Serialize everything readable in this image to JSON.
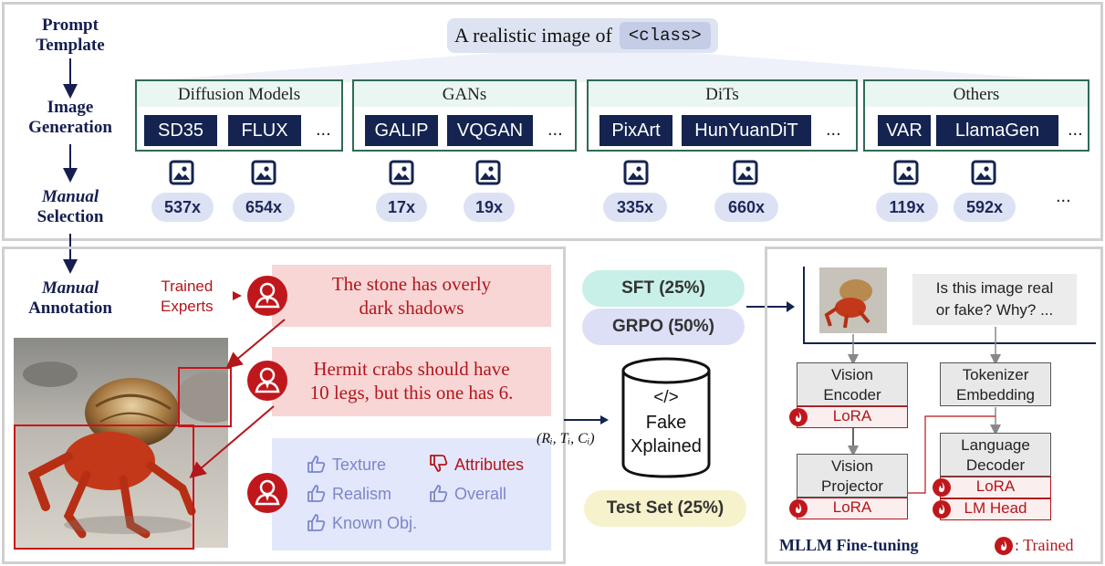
{
  "steps": {
    "prompt_template": [
      "Prompt",
      "Template"
    ],
    "image_generation": [
      "Image",
      "Generation"
    ],
    "manual_selection": [
      "Manual",
      "Selection"
    ],
    "manual_annotation": [
      "Manual",
      "Annotation"
    ]
  },
  "prompt": {
    "text": "A realistic image of",
    "class_token": "<class>"
  },
  "groups": [
    {
      "title": "Diffusion Models",
      "models": [
        "SD35",
        "FLUX"
      ],
      "more": "...",
      "counts": [
        "537x",
        "654x"
      ]
    },
    {
      "title": "GANs",
      "models": [
        "GALIP",
        "VQGAN"
      ],
      "more": "...",
      "counts": [
        "17x",
        "19x"
      ]
    },
    {
      "title": "DiTs",
      "models": [
        "PixArt",
        "HunYuanDiT"
      ],
      "more": "...",
      "counts": [
        "335x",
        "660x"
      ]
    },
    {
      "title": "Others",
      "models": [
        "VAR",
        "LlamaGen"
      ],
      "more": "...",
      "counts": [
        "119x",
        "592x"
      ]
    }
  ],
  "counts_more": "...",
  "annotation": {
    "experts_label": [
      "Trained",
      "Experts"
    ],
    "comment_1": [
      "The stone has overly",
      "dark shadows"
    ],
    "comment_2": [
      "Hermit crabs should have",
      "10 legs, but this one has 6."
    ],
    "attributes": {
      "texture": "Texture",
      "attributes": "Attributes",
      "realism": "Realism",
      "overall": "Overall",
      "known_obj": "Known Obj."
    }
  },
  "splits": {
    "sft": "SFT (25%)",
    "grpo": "GRPO (50%)",
    "test": "Test Set (25%)"
  },
  "dataset": {
    "code": "</>",
    "name": [
      "Fake",
      "Xplained"
    ],
    "tuple": "(Rᵢ, Tᵢ, Cᵢ)"
  },
  "finetune": {
    "question": [
      "Is this image real",
      "or fake? Why? ..."
    ],
    "vision_encoder": [
      "Vision",
      "Encoder"
    ],
    "tokenizer": [
      "Tokenizer",
      "Embedding"
    ],
    "vision_projector": [
      "Vision",
      "Projector"
    ],
    "language_decoder": [
      "Language",
      "Decoder"
    ],
    "lora": "LoRA",
    "lm_head": "LM Head",
    "title": "MLLM Fine-tuning",
    "trained_legend": ": Trained"
  },
  "colors": {
    "navy": "#14234f",
    "red": "#b3161b",
    "teal": "#2f6a56",
    "lavender": "#dde3f1",
    "sft": "#c8f0e8",
    "grpo": "#dcdff5",
    "test": "#f6f2cc"
  }
}
